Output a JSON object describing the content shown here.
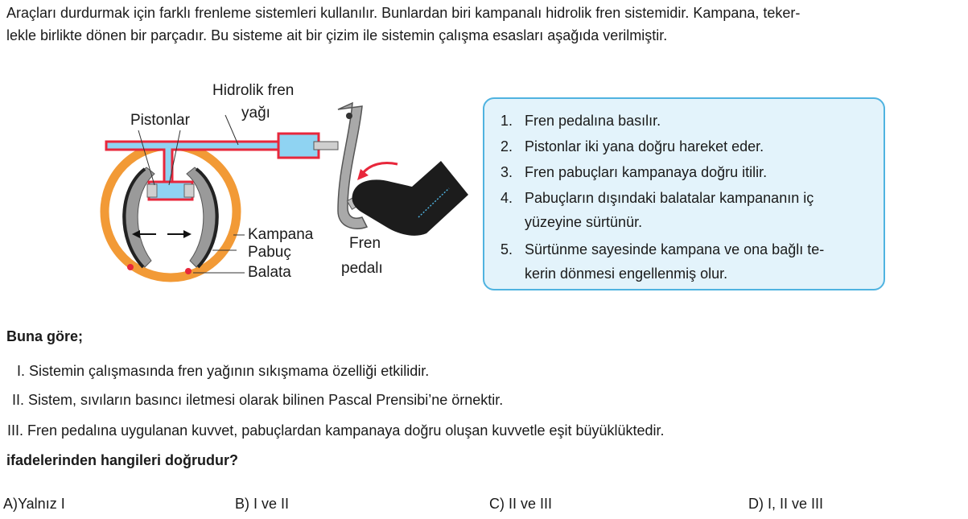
{
  "intro": {
    "line1": "Araçları durdurmak için farklı frenleme sistemleri kullanılır. Bunlardan biri kampanalı hidrolik fren sistemidir. Kampana, teker-",
    "line2": "lekle birlikte dönen bir parçadır. Bu sisteme ait bir çizim ile sistemin çalışma esasları aşağıda verilmiştir."
  },
  "diagram": {
    "label_hidrolik_1": "Hidrolik fren",
    "label_hidrolik_2": "yağı",
    "label_pistonlar": "Pistonlar",
    "label_kampana": "Kampana",
    "label_pabuc": "Pabuç",
    "label_balata": "Balata",
    "label_fren_1": "Fren",
    "label_fren_2": "pedalı",
    "colors": {
      "fluid": "#e8273b",
      "line_fill": "#8fd3f2",
      "drum": "#f29a36",
      "shoe": "#9a9a9a"
    }
  },
  "steps": [
    {
      "num": "1.",
      "lines": [
        "Fren pedalına basılır."
      ]
    },
    {
      "num": "2.",
      "lines": [
        "Pistonlar iki yana doğru hareket eder."
      ]
    },
    {
      "num": "3.",
      "lines": [
        "Fren pabuçları kampanaya doğru itilir."
      ]
    },
    {
      "num": "4.",
      "lines": [
        "Pabuçların dışındaki balatalar kampananın iç",
        "yüzeyine sürtünür."
      ]
    },
    {
      "num": "5.",
      "lines": [
        "Sürtünme sayesinde kampana ve ona bağlı te-",
        "kerin dönmesi engellenmiş olur."
      ]
    }
  ],
  "question": {
    "lead": "Buna göre;",
    "statements": [
      {
        "roman": "I.",
        "text": "Sistemin çalışmasında fren yağının sıkışmama özelliği etkilidir."
      },
      {
        "roman": "II.",
        "text": "Sistem, sıvıların basıncı iletmesi olarak bilinen Pascal Prensibi’ne örnektir."
      },
      {
        "roman": "III.",
        "text": "Fren pedalına uygulanan kuvvet, pabuçlardan kampanaya doğru oluşan kuvvetle eşit büyüklüktedir."
      }
    ],
    "ask": "ifadelerinden hangileri doğrudur?",
    "options": [
      {
        "letter": "A)",
        "text": "Yalnız I"
      },
      {
        "letter": "B)",
        "text": "I ve II"
      },
      {
        "letter": "C)",
        "text": "II ve III"
      },
      {
        "letter": "D)",
        "text": "I, II ve III"
      }
    ]
  }
}
